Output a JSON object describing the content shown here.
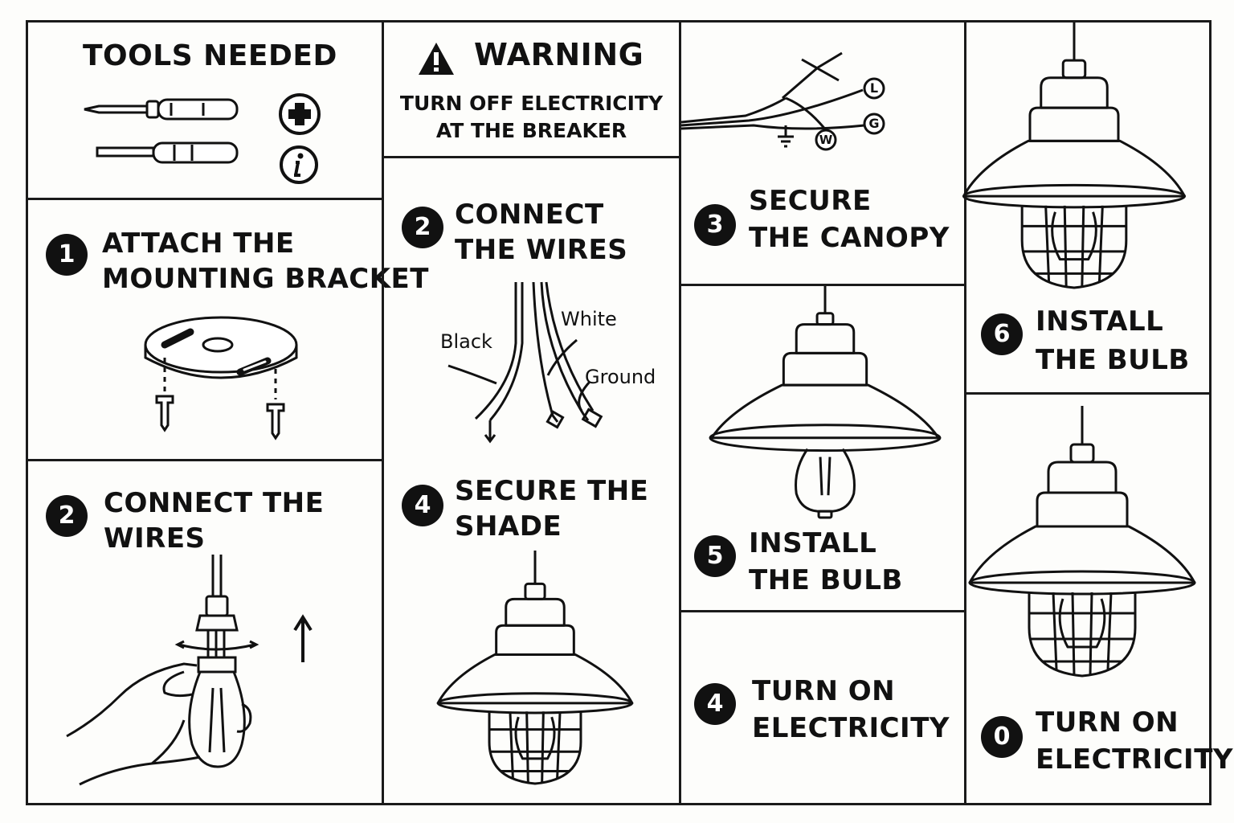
{
  "tools": {
    "title": "TOOLS NEEDED"
  },
  "warning": {
    "title": "WARNING",
    "line1": "TURN OFF ELECTRICITY",
    "line2": "AT THE BREAKER"
  },
  "wire_tags": {
    "l": "L",
    "g": "G",
    "w": "W"
  },
  "steps": {
    "bracket": {
      "number": "1",
      "line1": "ATTACH THE",
      "line2": "MOUNTING BRACKET"
    },
    "wires_a": {
      "number": "2",
      "line1": "CONNECT",
      "line2": "THE WIRES"
    },
    "canopy": {
      "number": "3",
      "line1": "SECURE",
      "line2": "THE CANOPY"
    },
    "bulb_a": {
      "number": "6",
      "line1": "INSTALL",
      "line2": "THE BULB"
    },
    "wires_b": {
      "number": "2",
      "line1": "CONNECT THE",
      "line2": "WIRES"
    },
    "shade": {
      "number": "4",
      "line1": "SECURE THE",
      "line2": "SHADE"
    },
    "bulb_b": {
      "number": "5",
      "line1": "INSTALL",
      "line2": "THE BULB"
    },
    "power_a": {
      "number": "4",
      "line1": "TURN ON",
      "line2": "ELECTRICITY"
    },
    "power_b": {
      "number": "0",
      "line1": "TURN ON",
      "line2": "ELECTRICITY"
    }
  },
  "wire_labels": {
    "black": "Black",
    "white": "White",
    "ground": "Ground"
  },
  "icons": {
    "screwdriver_phillips": "screwdriver-icon",
    "screwdriver_flat": "flathead-screwdriver-icon",
    "plus": "plus-icon",
    "info": "info-icon",
    "warning": "warning-triangle-icon"
  }
}
